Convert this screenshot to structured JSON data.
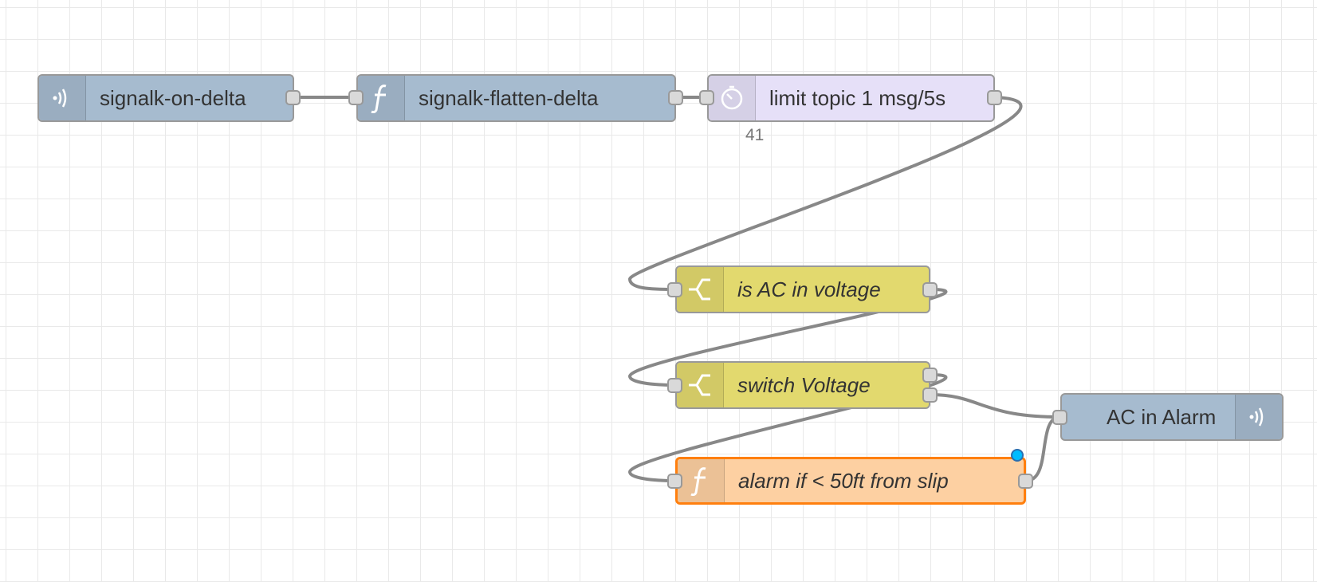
{
  "nodes": [
    {
      "id": "n1",
      "type": "signalk-on-delta",
      "label": "signalk-on-delta",
      "icon": "bridge-icon",
      "color": "#a6bbcf",
      "italic": false
    },
    {
      "id": "n2",
      "type": "function",
      "label": "signalk-flatten-delta",
      "icon": "function-icon",
      "color": "#a6bbcf",
      "italic": false
    },
    {
      "id": "n3",
      "type": "delay",
      "label": "limit topic 1 msg/5s",
      "icon": "timer-icon",
      "color": "#e6e0f8",
      "italic": false,
      "status": "41"
    },
    {
      "id": "n4",
      "type": "switch",
      "label": "is AC in voltage",
      "icon": "switch-icon",
      "color": "#e2d96e",
      "italic": true
    },
    {
      "id": "n5",
      "type": "switch",
      "label": "switch Voltage",
      "icon": "switch-icon",
      "color": "#e2d96e",
      "italic": true
    },
    {
      "id": "n6",
      "type": "function",
      "label": "alarm if < 50ft from slip",
      "icon": "function-icon",
      "color": "#fdd0a2",
      "italic": true,
      "selected": true,
      "changed": true,
      "selected_border_color": "#ff7f0e"
    },
    {
      "id": "n7",
      "type": "signalk-send",
      "label": "AC in Alarm",
      "icon": "bridge-icon",
      "color": "#a6bbcf",
      "italic": false
    }
  ],
  "wires": [
    {
      "from": "n1",
      "to": "n2"
    },
    {
      "from": "n2",
      "to": "n3"
    },
    {
      "from": "n3",
      "to": "n4"
    },
    {
      "from": "n4",
      "to": "n5"
    },
    {
      "from": "n5",
      "port": 0,
      "to": "n6"
    },
    {
      "from": "n5",
      "port": 1,
      "to": "n7"
    },
    {
      "from": "n6",
      "to": "n7"
    }
  ],
  "colors": {
    "wire": "#888888",
    "grid": "#e9e9e9",
    "port_fill": "#d9d9d9",
    "port_border": "#999999",
    "changed_dot": "#00bcff"
  }
}
